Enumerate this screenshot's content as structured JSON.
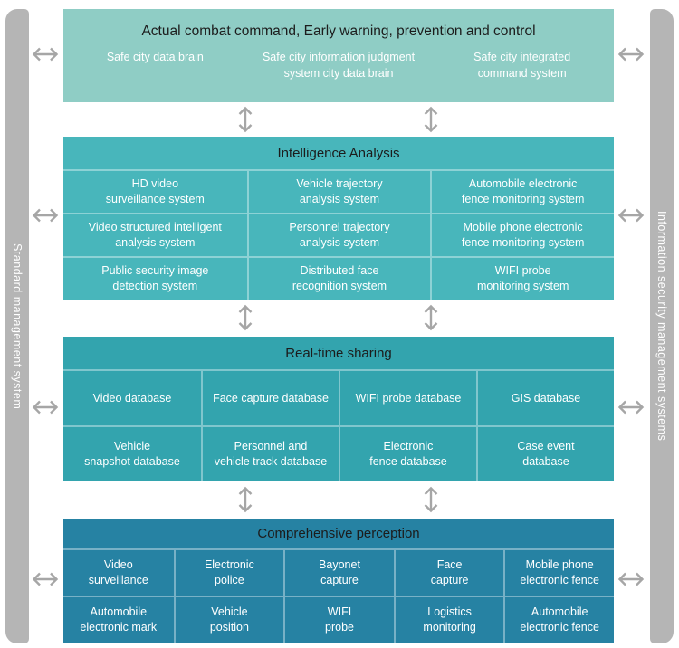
{
  "colors": {
    "layer1_bg": "#8fcdc5",
    "layer2_bg": "#48b6bb",
    "layer3_bg": "#33a4ae",
    "layer4_bg": "#2682a3",
    "sidebar_bg": "#b5b5b5",
    "arrow": "#a6a6a6",
    "title_text": "#1c1c1c",
    "cell_text": "#ffffff"
  },
  "sidebars": {
    "left": {
      "label": "Standard management system"
    },
    "right": {
      "label": "Information security management systems"
    }
  },
  "layers": [
    {
      "title": "Actual combat command, Early warning, prevention and control",
      "items": [
        "Safe city data brain",
        "Safe city information judgment\nsystem city data brain",
        "Safe city integrated\ncommand system"
      ]
    },
    {
      "title": "Intelligence Analysis",
      "items": [
        "HD video\nsurveillance system",
        "Vehicle trajectory\nanalysis system",
        "Automobile electronic\nfence monitoring system",
        "Video structured intelligent\nanalysis system",
        "Personnel trajectory\nanalysis system",
        "Mobile phone electronic\nfence monitoring system",
        "Public security image\ndetection system",
        "Distributed face\nrecognition system",
        "WIFI probe\nmonitoring system"
      ]
    },
    {
      "title": "Real-time sharing",
      "items": [
        "Video database",
        "Face capture database",
        "WIFI probe database",
        "GIS database",
        "Vehicle\nsnapshot database",
        "Personnel and\nvehicle track database",
        "Electronic\nfence database",
        "Case event\ndatabase"
      ]
    },
    {
      "title": "Comprehensive perception",
      "items": [
        "Video\nsurveillance",
        "Electronic\npolice",
        "Bayonet\ncapture",
        "Face\ncapture",
        "Mobile phone\nelectronic fence",
        "Automobile\nelectronic mark",
        "Vehicle\nposition",
        "WIFI\nprobe",
        "Logistics\nmonitoring",
        "Automobile\nelectronic fence"
      ]
    }
  ]
}
